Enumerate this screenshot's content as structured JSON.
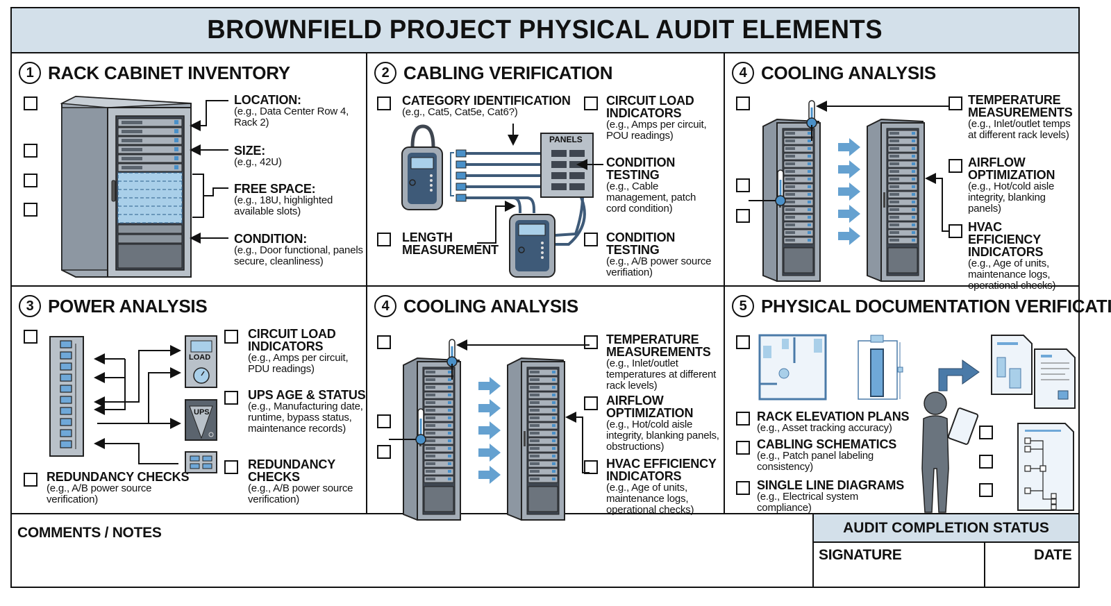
{
  "title": "BROWNFIELD PROJECT PHYSICAL AUDIT ELEMENTS",
  "colors": {
    "header_bg": "#d3e0ea",
    "accent_blue": "#4a90c8",
    "light_blue": "#a9cfe9",
    "rack_gray": "#9aa3ad",
    "border": "#111111"
  },
  "sections": {
    "rack": {
      "number": "1",
      "title": "RACK CABINET INVENTORY",
      "items": [
        {
          "heading": "LOCATION:",
          "detail": "(e.g., Data Center Row 4, Rack 2)"
        },
        {
          "heading": "SIZE:",
          "detail": "(e.g., 42U)"
        },
        {
          "heading": "FREE SPACE:",
          "detail": "(e.g., 18U, highlighted available slots)"
        },
        {
          "heading": "CONDITION:",
          "detail": "(e.g., Door functional, panels secure, cleanliness)"
        }
      ],
      "icons": [
        "rack-cabinet-icon"
      ]
    },
    "cabling": {
      "number": "2",
      "title": "CABLING VERIFICATION",
      "panel_label": "PANELS",
      "items": [
        {
          "heading": "CATEGORY IDENTIFICATION",
          "detail": "(e.g., Cat5, Cat5e, Cat6?)"
        },
        {
          "heading": "LENGTH MEASUREMENT",
          "detail": ""
        },
        {
          "heading": "CIRCUIT LOAD INDICATORS",
          "detail": "(e.g., Amps per circuit, POU readings)"
        },
        {
          "heading": "CONDITION TESTING",
          "detail": "(e.g., Cable management, patch cord condition)"
        },
        {
          "heading": "CONDITION TESTING",
          "detail": "(e.g., A/B power source verifiation)"
        }
      ],
      "icons": [
        "cable-tester-icon",
        "patch-panel-icon"
      ]
    },
    "cooling_top": {
      "number": "4",
      "title": "COOLING ANALYSIS",
      "items": [
        {
          "heading": "TEMPERATURE MEASUREMENTS",
          "detail": "(e.g., Inlet/outlet temps at different rack levels)"
        },
        {
          "heading": "AIRFLOW OPTIMIZATION",
          "detail": "(e.g., Hot/cold aisle integrity, blanking panels)"
        },
        {
          "heading": "HVAC EFFICIENCY INDICATORS",
          "detail": "(e.g., Age of units, maintenance logs, operational checks)"
        }
      ],
      "icons": [
        "server-rack-icon",
        "thermometer-icon",
        "airflow-arrow-icon"
      ]
    },
    "power": {
      "number": "3",
      "title": "POWER ANALYSIS",
      "load_label": "LOAD",
      "ups_label": "UPS",
      "items": [
        {
          "heading": "REDUNDANCY CHECKS",
          "detail": "(e.g., A/B power source verification)"
        },
        {
          "heading": "CIRCUIT LOAD INDICATORS",
          "detail": "(e.g., Amps per circuit, PDU readings)"
        },
        {
          "heading": "UPS AGE & STATUS",
          "detail": "(e.g., Manufacturing date, runtime, bypass status, maintenance records)"
        },
        {
          "heading": "REDUNDANCY CHECKS",
          "detail": "(e.g., A/B power source verification)"
        }
      ],
      "icons": [
        "pdu-icon",
        "load-meter-icon",
        "ups-icon",
        "breaker-panel-icon"
      ]
    },
    "cooling_bottom": {
      "number": "4",
      "title": "COOLING ANALYSIS",
      "items": [
        {
          "heading": "TEMPERATURE MEASUREMENTS",
          "detail": "(e.g., Inlet/outlet temperatures at different rack levels)"
        },
        {
          "heading": "AIRFLOW OPTIMIZATION",
          "detail": "(e.g., Hot/cold aisle integrity, blanking panels, obstructions)"
        },
        {
          "heading": "HVAC EFFICIENCY INDICATORS",
          "detail": "(e.g., Age of units, maintenance logs, operational checks)"
        }
      ]
    },
    "documentation": {
      "number": "5",
      "title": "PHYSICAL DOCUMENTATION VERIFICATION",
      "items": [
        {
          "heading": "RACK ELEVATION PLANS",
          "detail": "(e.g., Asset tracking accuracy)"
        },
        {
          "heading": "CABLING SCHEMATICS",
          "detail": "(e.g., Patch panel labeling consistency)"
        },
        {
          "heading": "SINGLE LINE DIAGRAMS",
          "detail": "(e.g., Electrical system compliance)"
        }
      ],
      "icons": [
        "floor-plan-icon",
        "rack-elevation-icon",
        "inspector-person-icon",
        "document-icon",
        "schematic-document-icon"
      ]
    }
  },
  "footer": {
    "comments_label": "COMMENTS / NOTES",
    "status_label": "AUDIT COMPLETION STATUS",
    "signature_label": "SIGNATURE",
    "date_label": "DATE"
  }
}
